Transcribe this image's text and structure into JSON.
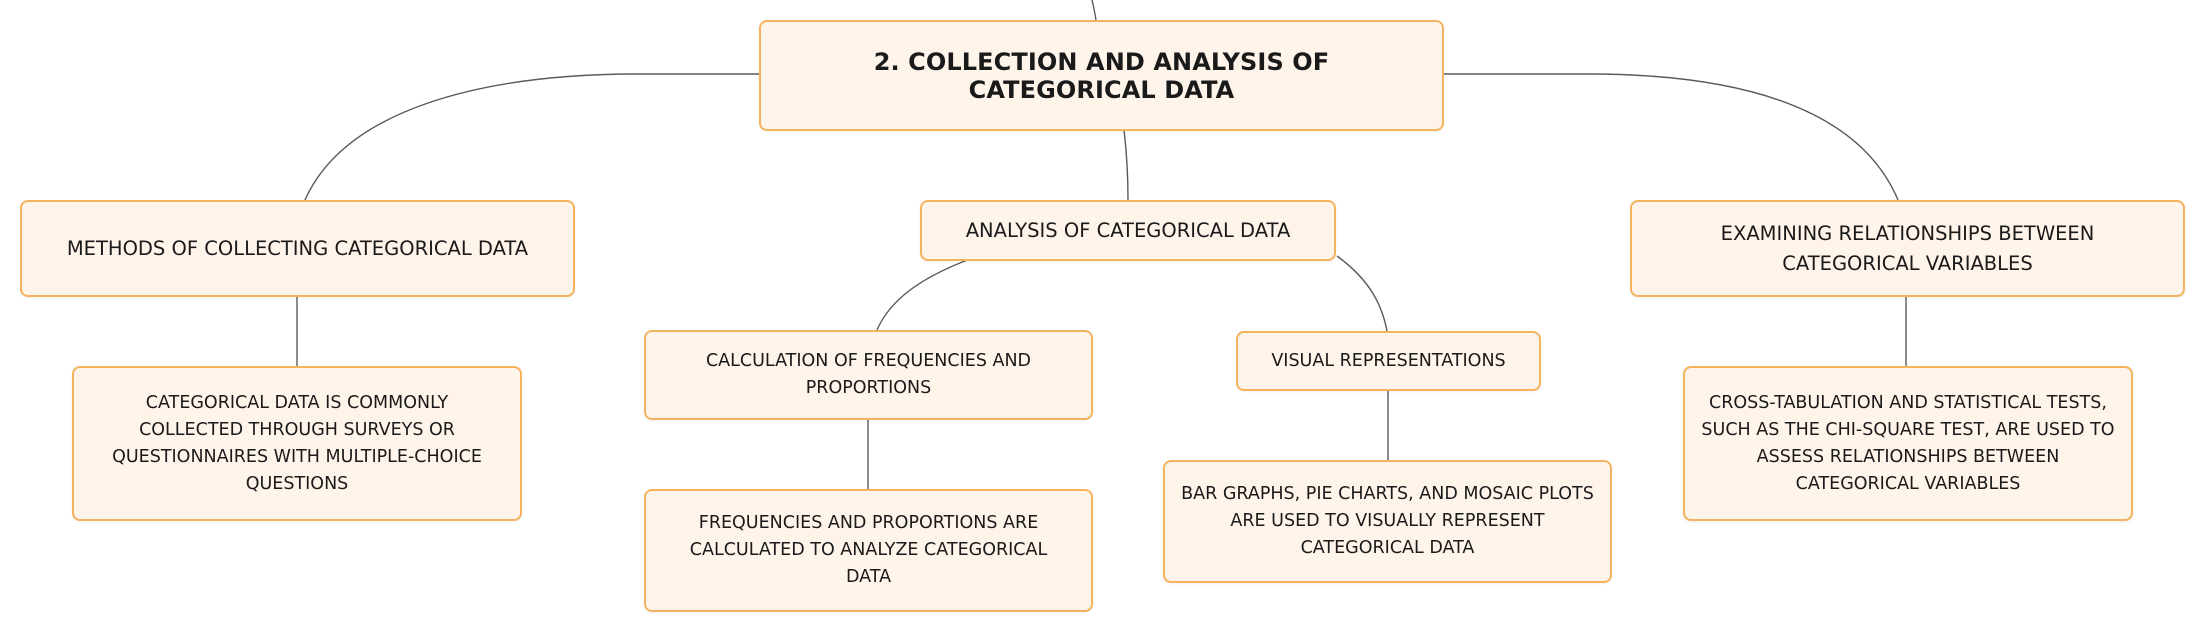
{
  "diagram": {
    "root": {
      "label": "2. COLLECTION AND ANALYSIS OF CATEGORICAL DATA"
    },
    "branches": {
      "methods": {
        "label": "METHODS OF COLLECTING CATEGORICAL DATA",
        "detail": "CATEGORICAL DATA IS COMMONLY COLLECTED THROUGH SURVEYS OR QUESTIONNAIRES WITH MULTIPLE-CHOICE QUESTIONS"
      },
      "analysis": {
        "label": "ANALYSIS OF CATEGORICAL DATA",
        "frequencies": {
          "label": "CALCULATION OF FREQUENCIES AND PROPORTIONS",
          "detail": "FREQUENCIES AND PROPORTIONS ARE CALCULATED TO ANALYZE CATEGORICAL DATA"
        },
        "visual": {
          "label": "VISUAL REPRESENTATIONS",
          "detail": "BAR GRAPHS, PIE CHARTS, AND MOSAIC PLOTS ARE USED TO VISUALLY REPRESENT CATEGORICAL DATA"
        }
      },
      "relationships": {
        "label": "EXAMINING RELATIONSHIPS BETWEEN CATEGORICAL VARIABLES",
        "detail": "CROSS-TABULATION AND STATISTICAL TESTS, SUCH AS THE CHI-SQUARE TEST, ARE USED TO ASSESS RELATIONSHIPS BETWEEN CATEGORICAL VARIABLES"
      }
    },
    "colors": {
      "node_fill": "#fff4ea",
      "node_border": "#f4b35f",
      "connector": "#5a5a5a",
      "text": "#1a1a1a"
    }
  }
}
